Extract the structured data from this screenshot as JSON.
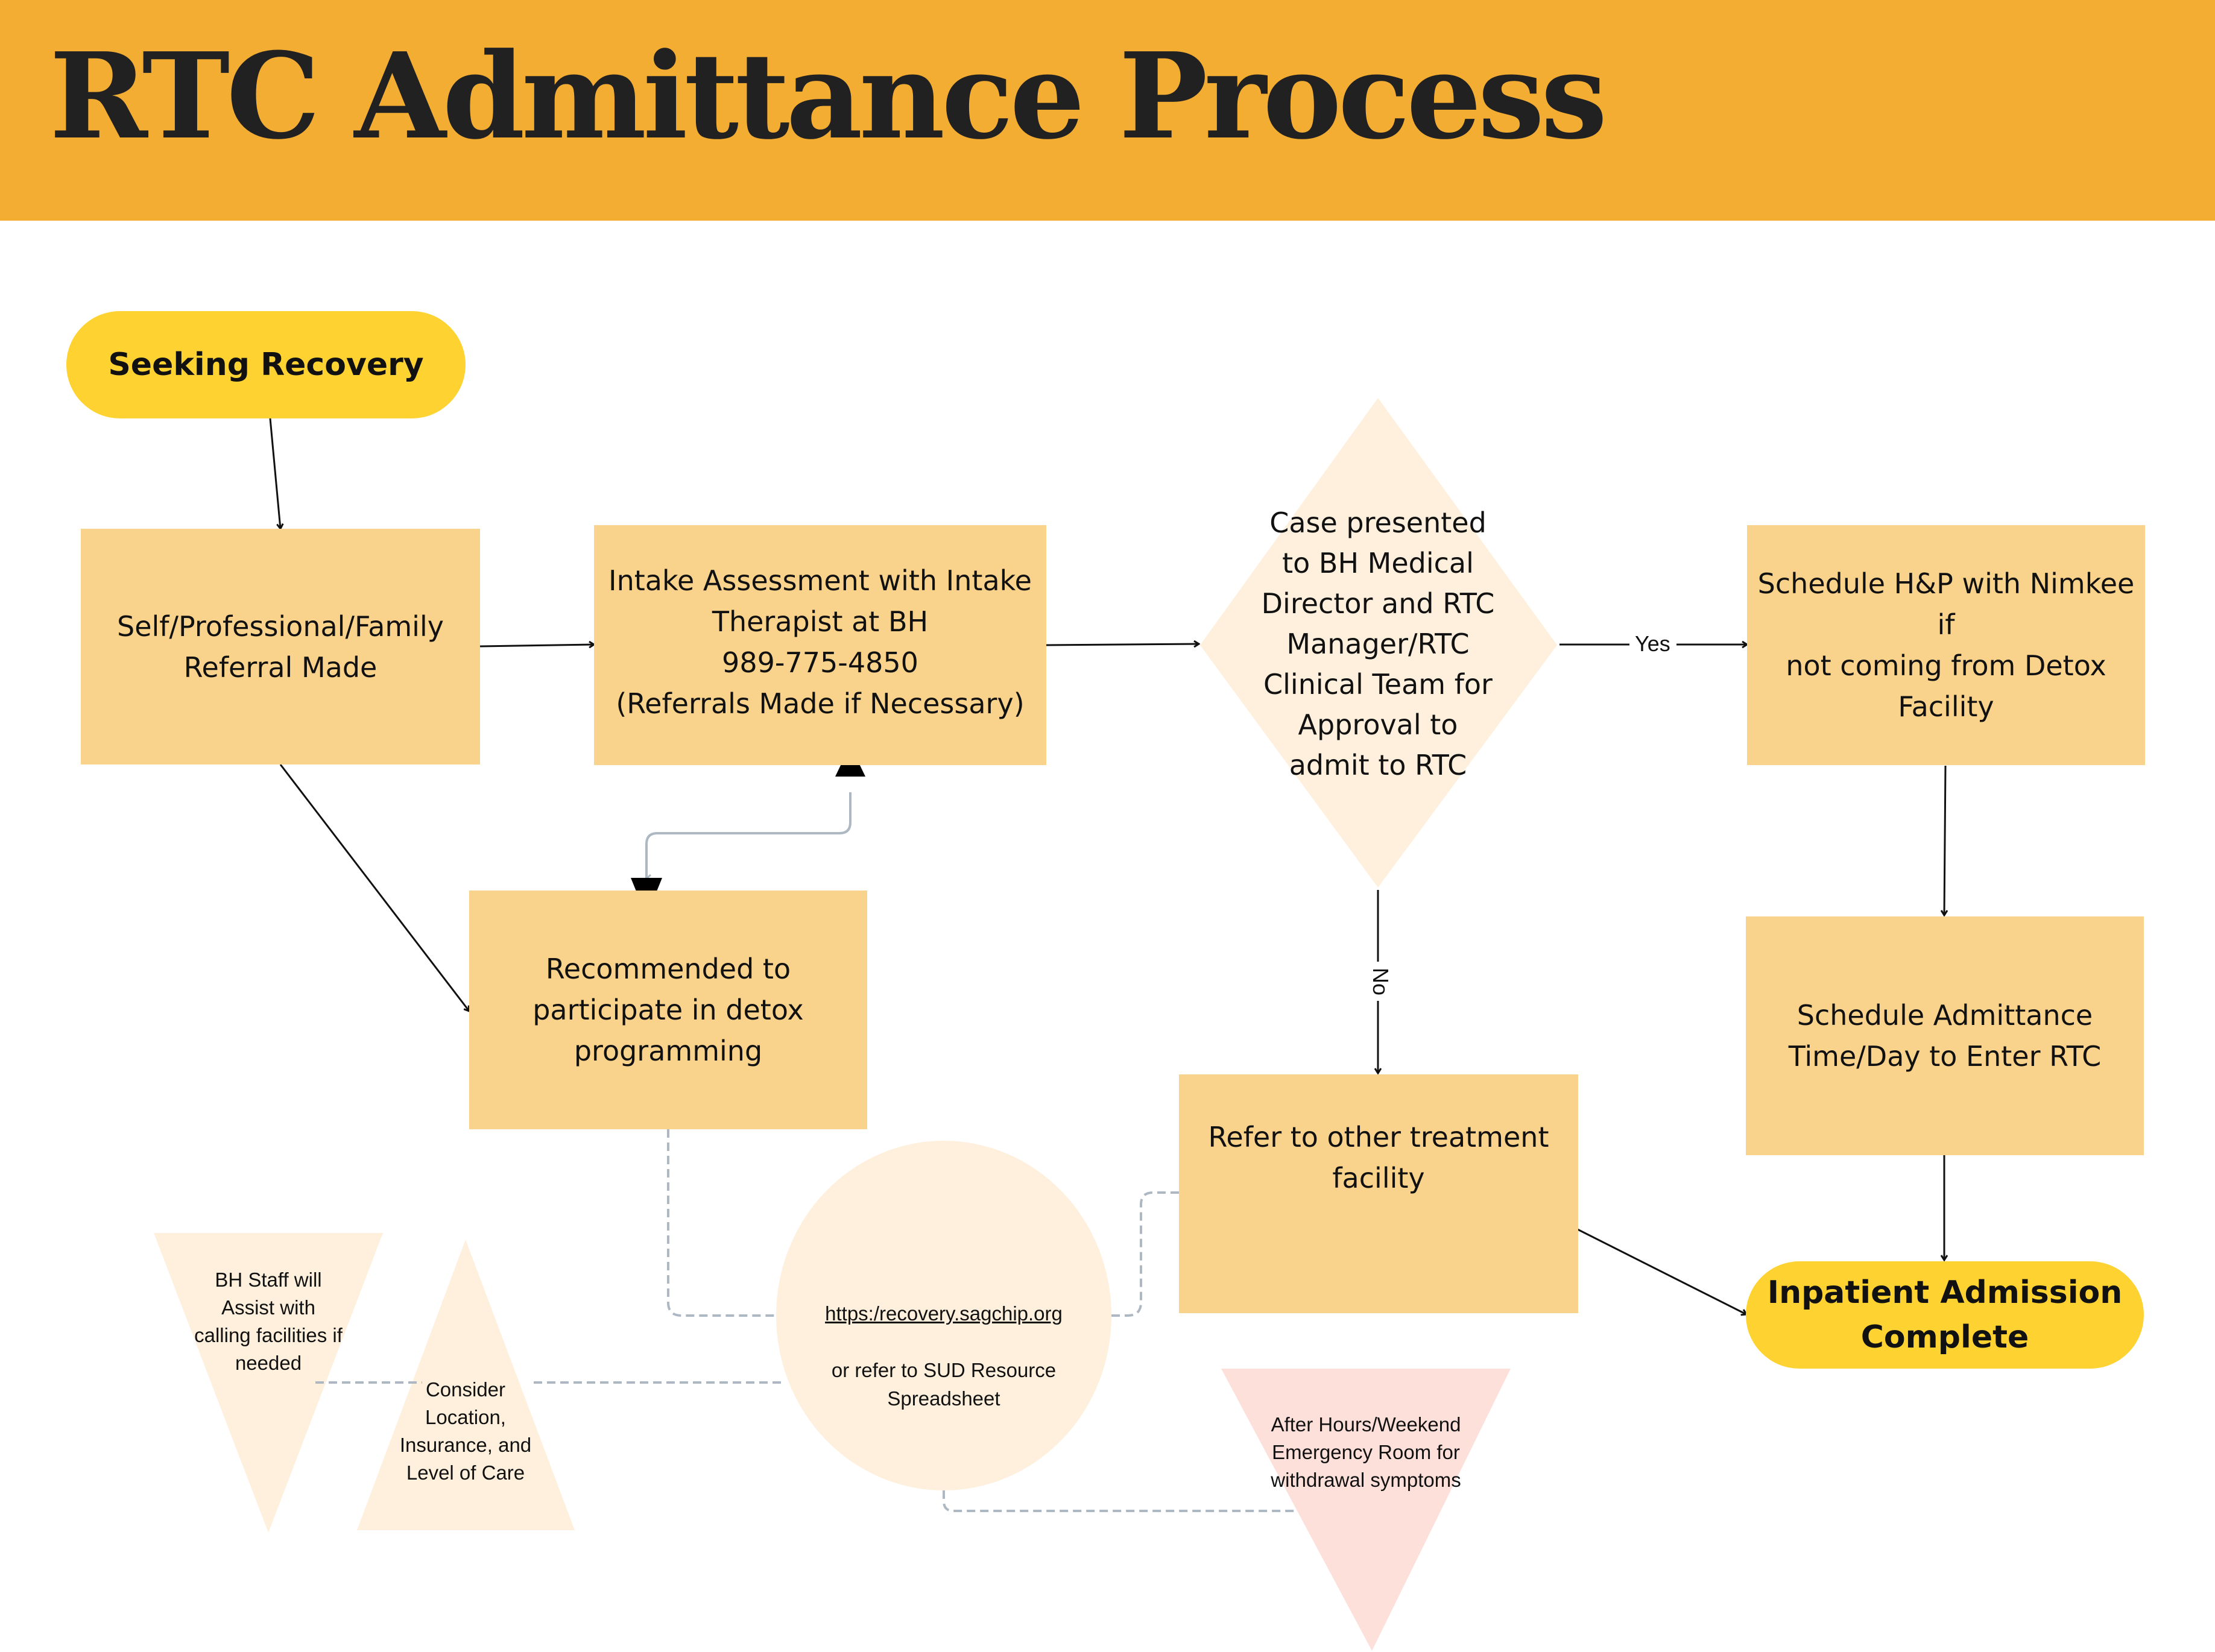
{
  "title": "RTC Admittance Process",
  "colors": {
    "header": "#F3AD33",
    "process_box": "#F9D38C",
    "terminal": "#FED230",
    "decision": "#FEF0DC",
    "note": "#FEF0DC",
    "emergency": "#FEE0DA",
    "connector_dashed": "#ADB8C2",
    "connector_solid": "#111111"
  },
  "nodes": {
    "start": "Seeking Recovery",
    "referral": "Self/Professional/Family\nReferral Made",
    "intake": "Intake Assessment with Intake\nTherapist at BH\n989-775-4850\n(Referrals Made if Necessary)",
    "decision": "Case presented\nto BH Medical\nDirector and RTC\nManager/RTC\nClinical Team for\nApproval to\nadmit to RTC",
    "schedule_hp": "Schedule H&P with Nimkee if\nnot coming from Detox\nFacility",
    "detox": "Recommended to\nparticipate in detox\nprogramming",
    "schedule_admit": "Schedule Admittance\nTime/Day to Enter RTC",
    "refer_other": "Refer to other treatment\nfacility",
    "end": "Inpatient Admission\nComplete",
    "resource_link": "https:/recovery.sagchip.org",
    "resource_rest": "or refer to SUD Resource\nSpreadsheet",
    "bh_staff": "BH Staff will\nAssist with\ncalling facilities if\nneeded",
    "consider": "Consider\nLocation,\nInsurance, and\nLevel of Care",
    "after_hours": "After Hours/Weekend\nEmergency Room for\nwithdrawal symptoms"
  },
  "edge_labels": {
    "yes": "Yes",
    "no": "No"
  }
}
